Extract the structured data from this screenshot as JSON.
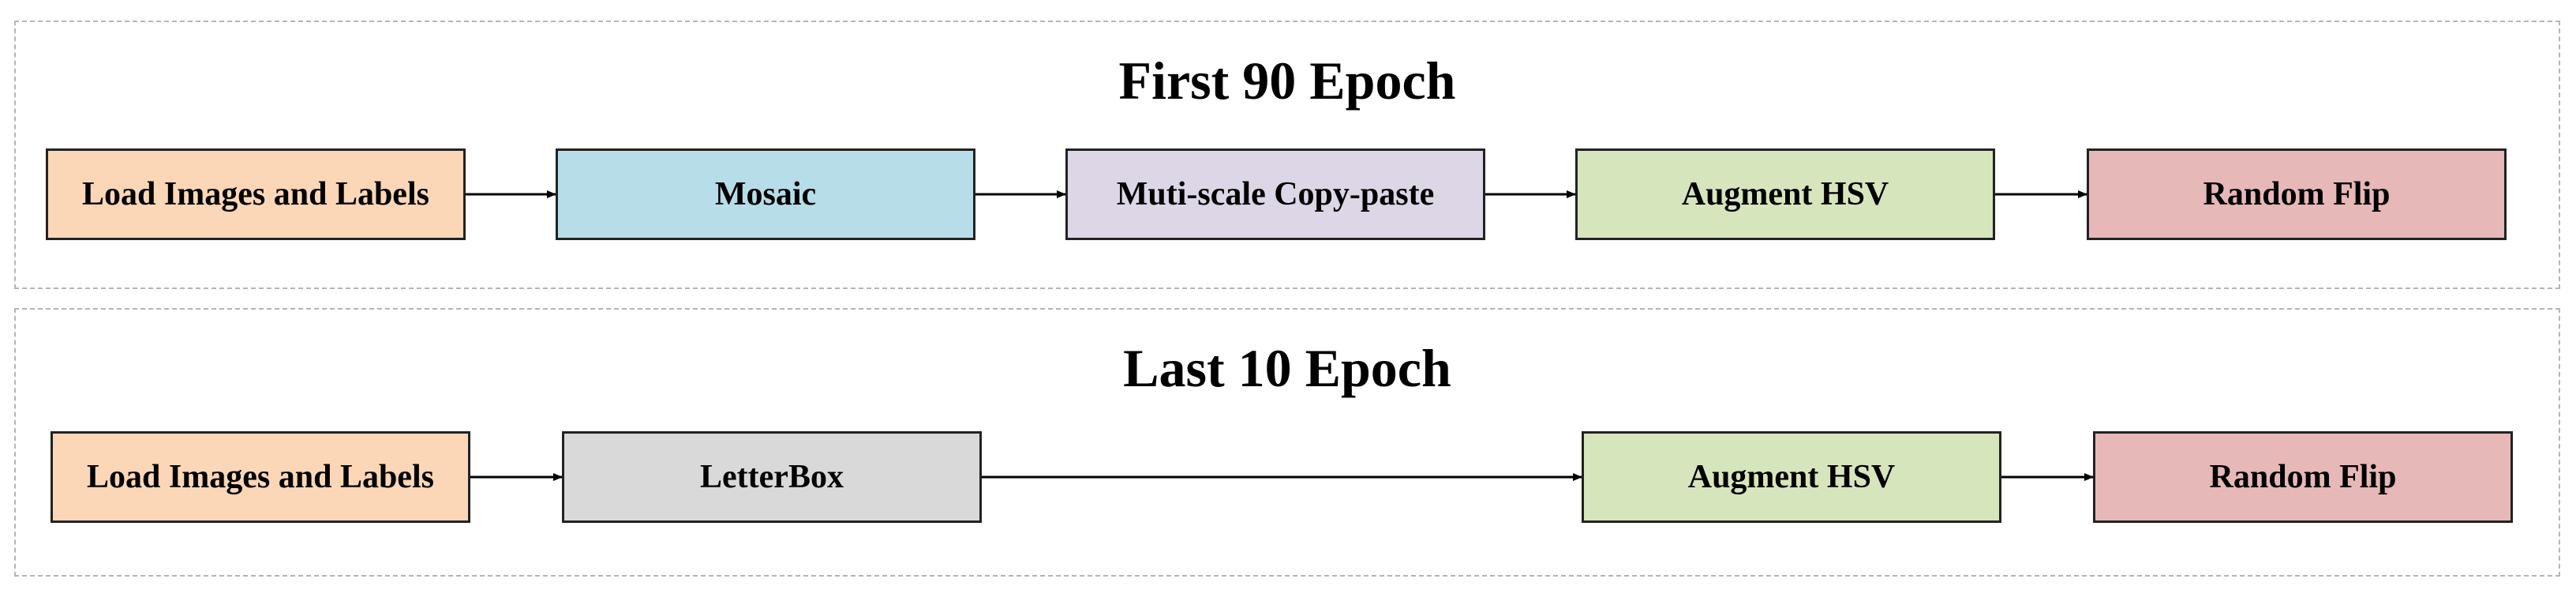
{
  "panel1": {
    "title": "First 90 Epoch",
    "steps": [
      "Load Images and Labels",
      "Mosaic",
      "Muti-scale Copy-paste",
      "Augment HSV",
      "Random Flip"
    ]
  },
  "panel2": {
    "title": "Last 10 Epoch",
    "steps": [
      "Load Images and Labels",
      "LetterBox",
      "Augment HSV",
      "Random Flip"
    ]
  },
  "colors": {
    "load": "#fbd7b7",
    "mosaic": "#b7dee8",
    "copy_paste": "#dcd6e6",
    "augment_hsv": "#d7e5bd",
    "random_flip": "#e6b8b7",
    "letterbox": "#d9d9d9"
  }
}
